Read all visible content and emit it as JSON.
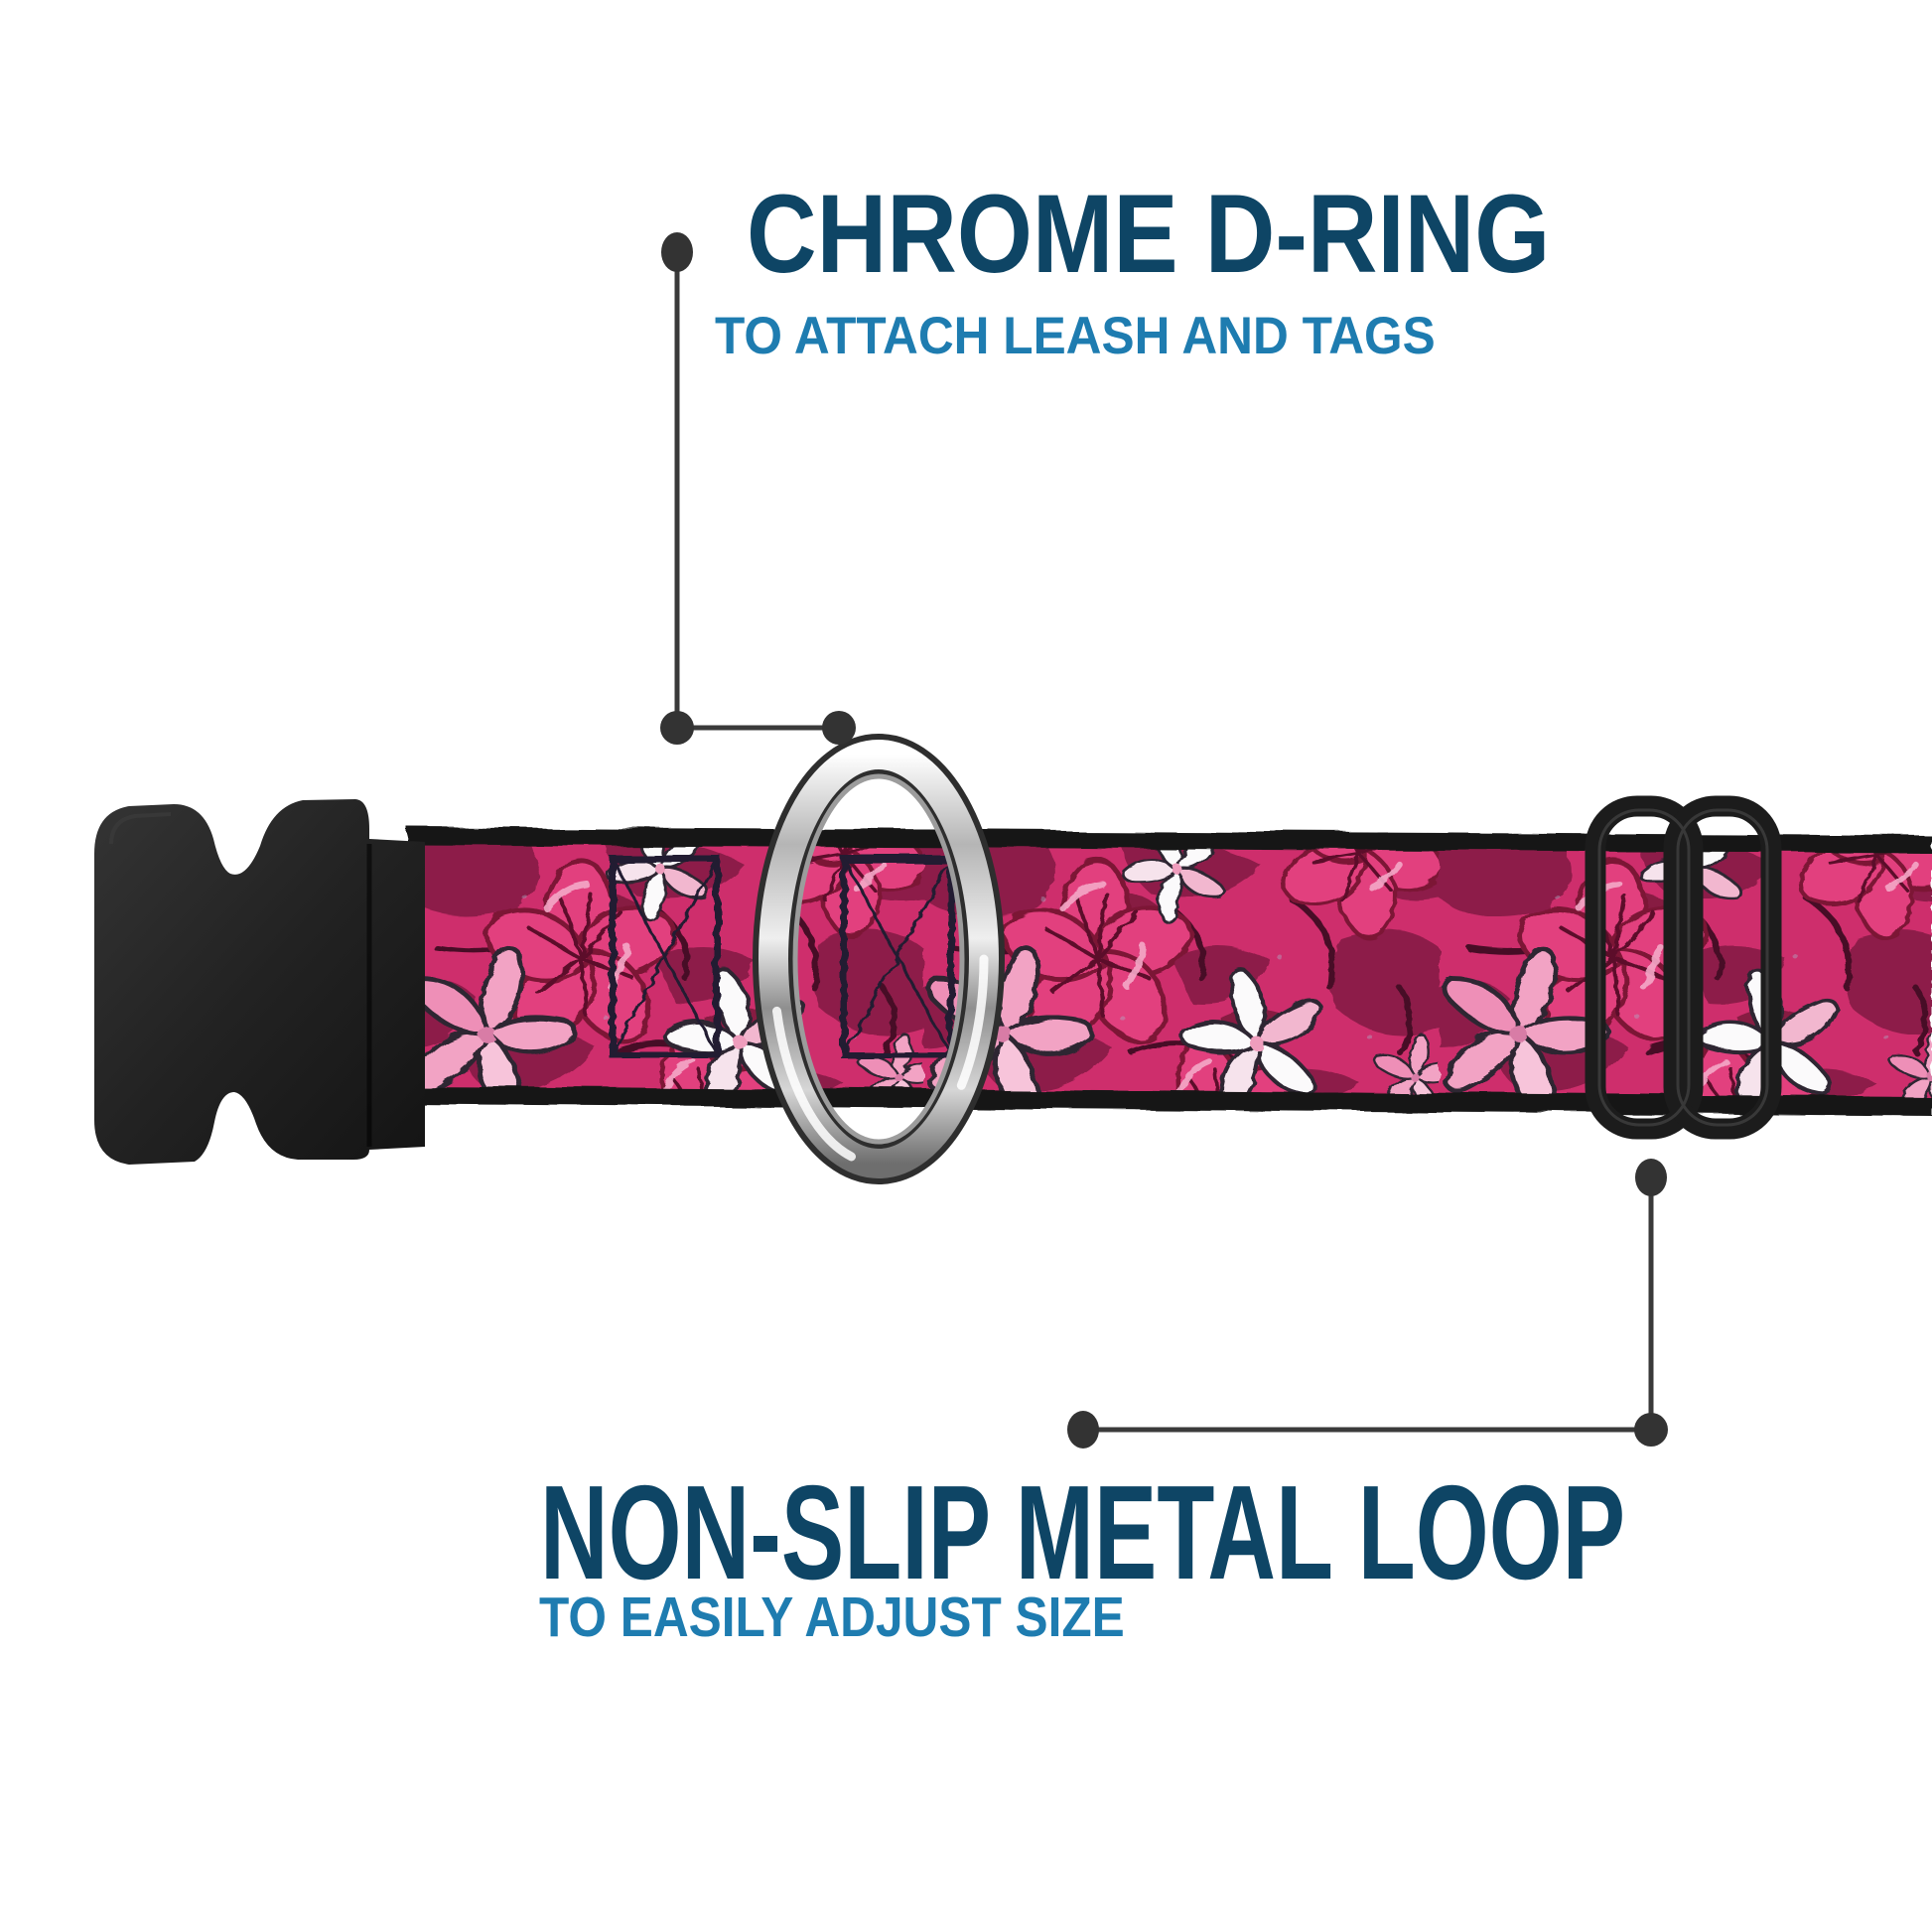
{
  "annotations": {
    "top": {
      "title": "CHROME D-RING",
      "subtitle": "TO ATTACH LEASH AND TAGS"
    },
    "bottom": {
      "title": "NON-SLIP METAL LOOP",
      "subtitle": "TO EASILY ADJUST SIZE"
    }
  },
  "icons": {
    "hardware": [
      "buckle-icon",
      "d-ring-icon",
      "tri-glide-loop-icon",
      "webbing-strap-icon",
      "callout-dot-icon"
    ]
  },
  "colors": {
    "heading": "#0e4565",
    "subheading": "#1e7cb0",
    "callout": "#3a3a3a",
    "webbing_pink": "#ce2d6c",
    "webbing_maroon": "#8d1d48",
    "flower_light_pink": "#f2a3c4",
    "flower_white": "#fbfafb",
    "hardware_black": "#1e1e1e",
    "chrome": "#c9c9c9"
  }
}
